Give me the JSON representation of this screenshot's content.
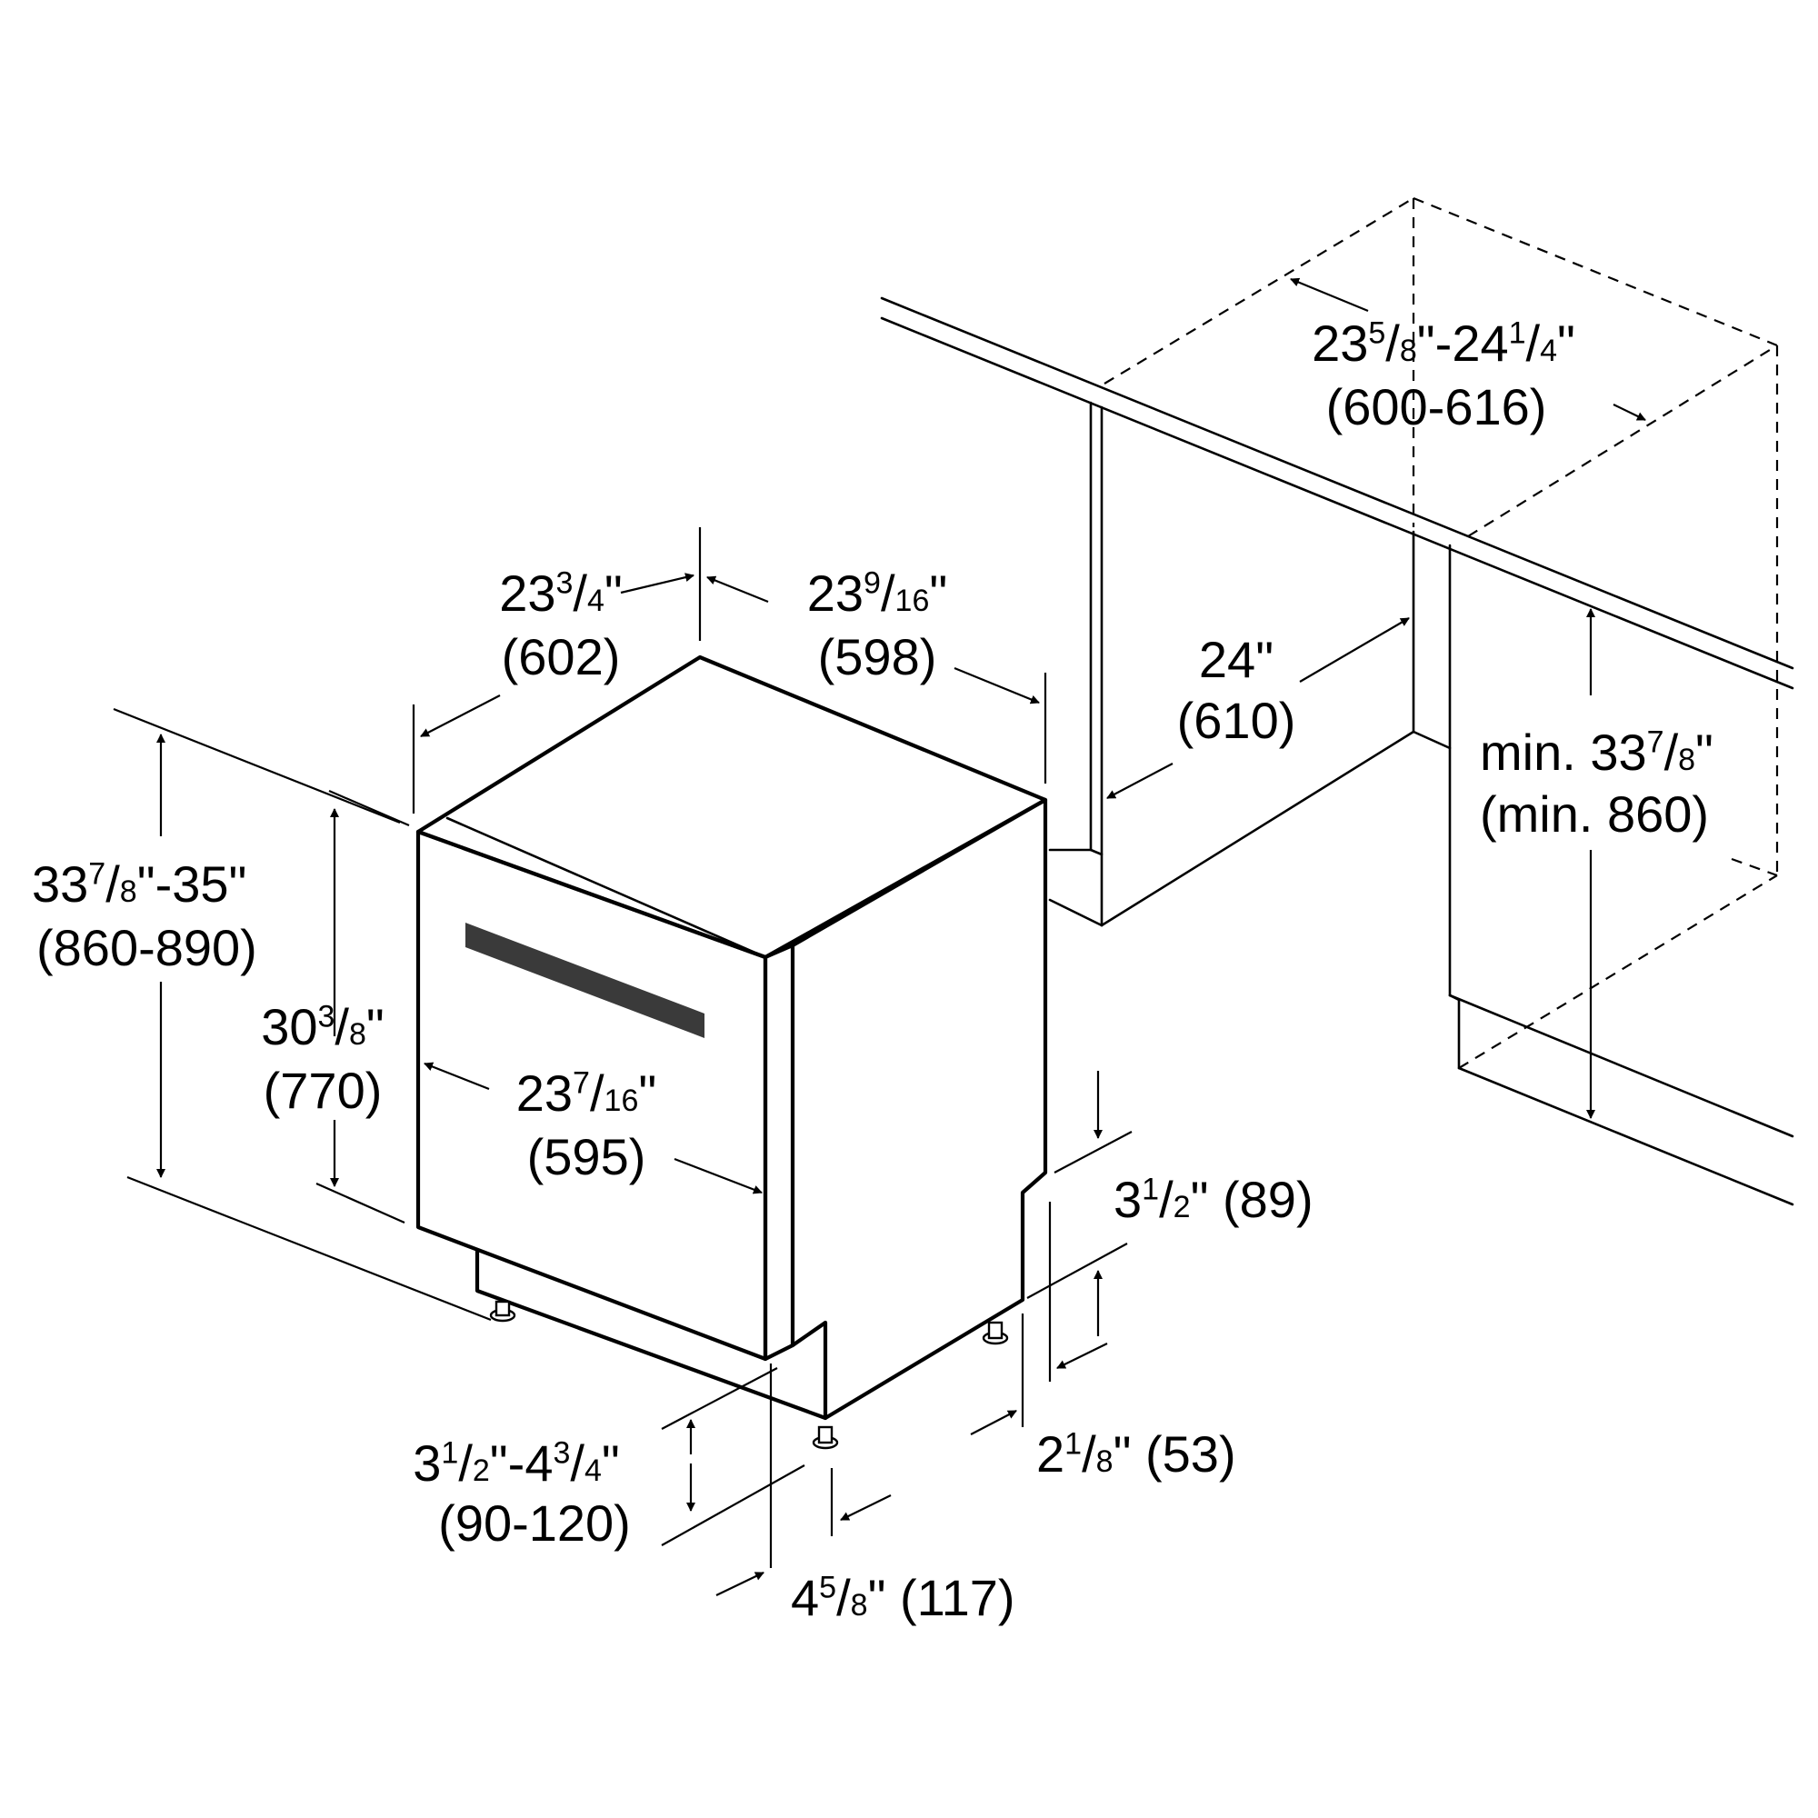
{
  "labels": {
    "depth_unit": {
      "imperial_whole": "23",
      "imperial_num": "3",
      "imperial_den": "4",
      "imperial_suffix": "\"",
      "metric": "(602)"
    },
    "width_unit": {
      "imperial_whole": "23",
      "imperial_num": "9",
      "imperial_den": "16",
      "imperial_suffix": "\"",
      "metric": "(598)"
    },
    "niche_width": {
      "imperial_a_whole": "23",
      "imperial_a_num": "5",
      "imperial_a_den": "8",
      "imperial_mid": "\"-24",
      "imperial_b_num": "1",
      "imperial_b_den": "4",
      "imperial_suffix": "\"",
      "metric": "(600-616)"
    },
    "niche_depth": {
      "imperial": "24\"",
      "metric": "(610)"
    },
    "niche_height": {
      "prefix": "min. 33",
      "imperial_num": "7",
      "imperial_den": "8",
      "imperial_suffix": "\"",
      "metric": "(min. 860)"
    },
    "total_height": {
      "imperial_whole": "33",
      "imperial_num": "7",
      "imperial_den": "8",
      "imperial_suffix": "\"-35\"",
      "metric": "(860-890)"
    },
    "door_height": {
      "imperial_whole": "30",
      "imperial_num": "3",
      "imperial_den": "8",
      "imperial_suffix": "\"",
      "metric": "(770)"
    },
    "door_width": {
      "imperial_whole": "23",
      "imperial_num": "7",
      "imperial_den": "16",
      "imperial_suffix": "\"",
      "metric": "(595)"
    },
    "toe_kick_height": {
      "imperial_whole": "3",
      "imperial_num": "1",
      "imperial_den": "2",
      "imperial_suffix": "\" (89)"
    },
    "toe_kick_depth": {
      "imperial_whole": "2",
      "imperial_num": "1",
      "imperial_den": "8",
      "imperial_suffix": "\" (53)"
    },
    "plinth_height": {
      "imperial_a_whole": "3",
      "imperial_a_num": "1",
      "imperial_a_den": "2",
      "imperial_mid": "\"-4",
      "imperial_b_num": "3",
      "imperial_b_den": "4",
      "imperial_suffix": "\"",
      "metric": "(90-120)"
    },
    "plinth_depth": {
      "imperial_whole": "4",
      "imperial_num": "5",
      "imperial_den": "8",
      "imperial_suffix": "\" (117)"
    }
  }
}
